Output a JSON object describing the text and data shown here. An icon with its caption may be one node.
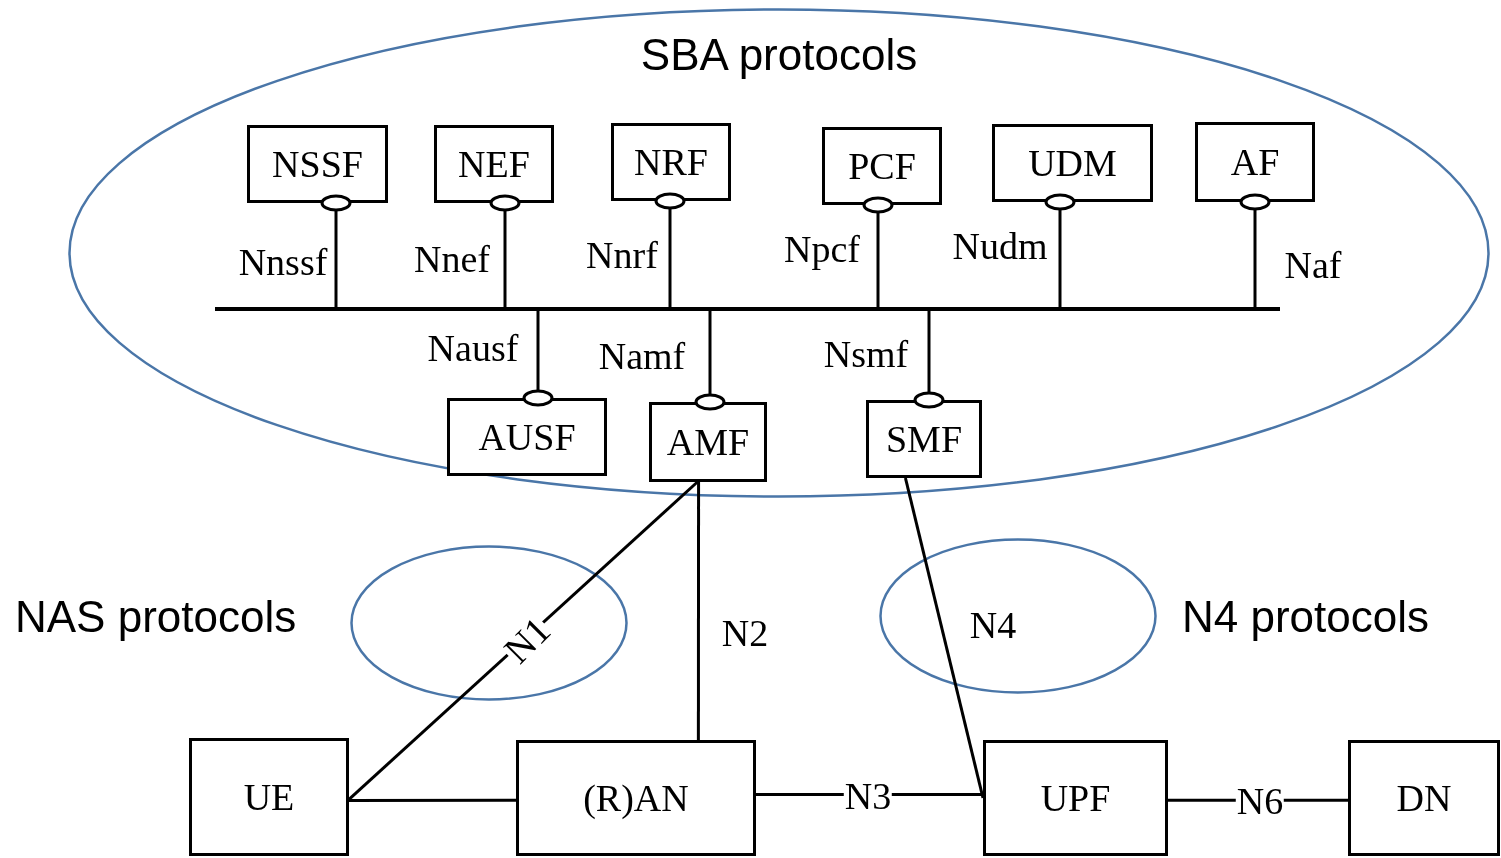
{
  "diagram": {
    "nodes": [
      {
        "text": [
          "SBA protocols"
        ]
      },
      {
        "text": [
          "NSSF"
        ],
        "in": 0
      },
      {
        "text": [
          "NEF"
        ],
        "in": 0
      },
      {
        "text": [
          "NRF"
        ],
        "in": 0
      },
      {
        "text": [
          "PCF"
        ],
        "in": 0
      },
      {
        "text": [
          "UDM"
        ],
        "in": 0
      },
      {
        "text": [
          "AF"
        ],
        "in": 0
      },
      {
        "text": [],
        "shape": "bar",
        "in": 0
      },
      {
        "text": [
          "AUSF"
        ],
        "in": 0
      },
      {
        "text": [
          "AMF"
        ],
        "in": 0
      },
      {
        "text": [
          "SMF"
        ],
        "in": 0
      },
      {
        "text": [
          "UE"
        ]
      },
      {
        "text": [
          "(R)AN"
        ]
      },
      {
        "text": [
          "UPF"
        ]
      },
      {
        "text": [
          "DN"
        ]
      }
    ],
    "edges": [
      {
        "from": 7,
        "to": 1,
        "arrow": "other",
        "label": "Nnssf"
      },
      {
        "from": 7,
        "to": 2,
        "arrow": "other",
        "label": "Nnef"
      },
      {
        "from": 7,
        "to": 3,
        "arrow": "other",
        "label": "Nnrf"
      },
      {
        "from": 7,
        "to": 4,
        "arrow": "other",
        "label": "Npcf"
      },
      {
        "from": 7,
        "to": 5,
        "arrow": "other",
        "label": "Nudm"
      },
      {
        "from": 7,
        "to": 6,
        "arrow": "other",
        "label": "Naf"
      },
      {
        "from": 7,
        "to": 8,
        "arrow": "other",
        "label": "Nausf"
      },
      {
        "from": 7,
        "to": 9,
        "arrow": "other",
        "label": "Namf"
      },
      {
        "from": 7,
        "to": 10,
        "arrow": "other",
        "label": "Nsmf"
      },
      {
        "from": 9,
        "to": 11,
        "arrow": "none",
        "label": "N1"
      },
      {
        "from": 9,
        "to": 12,
        "arrow": "none",
        "label": "N2"
      },
      {
        "from": 10,
        "to": 13,
        "arrow": "none",
        "label": "N4"
      },
      {
        "from": 11,
        "to": 12,
        "arrow": "none"
      },
      {
        "from": 12,
        "to": 13,
        "arrow": "none",
        "label": "N3"
      },
      {
        "from": 13,
        "to": 14,
        "arrow": "none",
        "label": "N6"
      }
    ],
    "labels": [
      "NAS protocols",
      "N4 protocols"
    ]
  }
}
